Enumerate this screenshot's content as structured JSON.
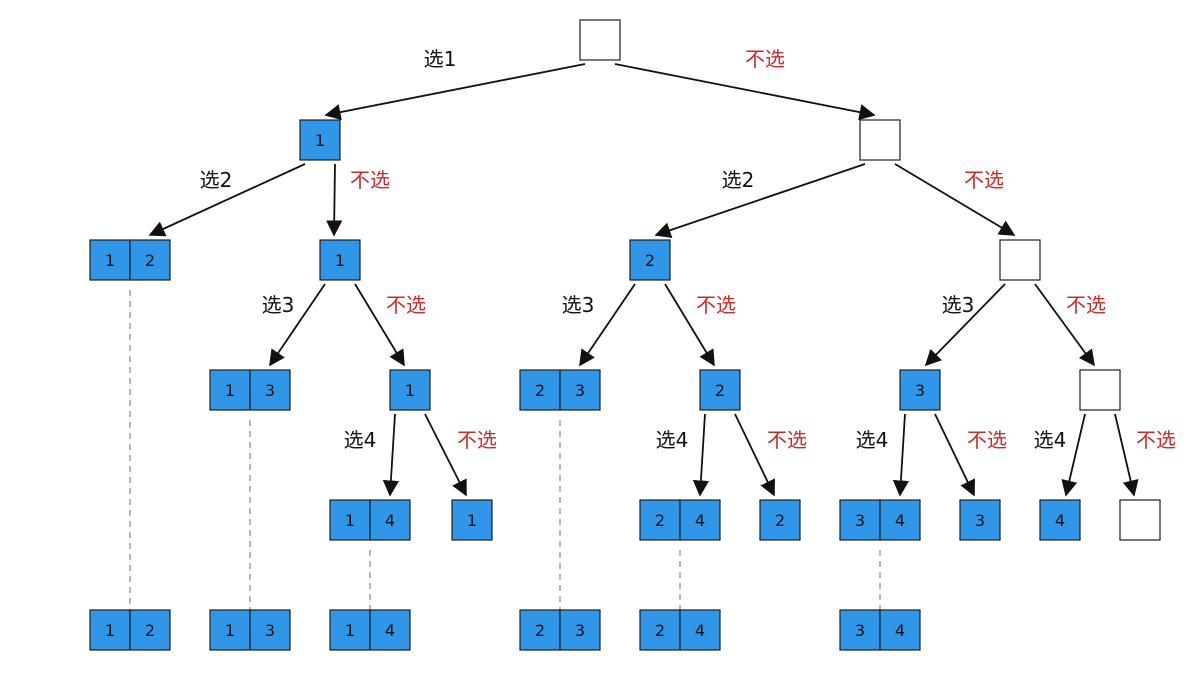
{
  "colors": {
    "filled": "#2f96e8",
    "empty": "#ffffff",
    "cell_border": "#1f1f1f",
    "edge": "#111111",
    "dashed": "#999999",
    "select_label": "#111111",
    "skip_label": "#cc2b2b"
  },
  "nodes": [
    {
      "id": "root",
      "cells": []
    },
    {
      "id": "n1",
      "cells": [
        "1"
      ]
    },
    {
      "id": "n0",
      "cells": []
    },
    {
      "id": "n12",
      "cells": [
        "1",
        "2"
      ]
    },
    {
      "id": "n1b",
      "cells": [
        "1"
      ]
    },
    {
      "id": "n2",
      "cells": [
        "2"
      ]
    },
    {
      "id": "n0b",
      "cells": []
    },
    {
      "id": "n13",
      "cells": [
        "1",
        "3"
      ]
    },
    {
      "id": "n1c",
      "cells": [
        "1"
      ]
    },
    {
      "id": "n23",
      "cells": [
        "2",
        "3"
      ]
    },
    {
      "id": "n2b",
      "cells": [
        "2"
      ]
    },
    {
      "id": "n3",
      "cells": [
        "3"
      ]
    },
    {
      "id": "n0c",
      "cells": []
    },
    {
      "id": "n14",
      "cells": [
        "1",
        "4"
      ]
    },
    {
      "id": "n1d",
      "cells": [
        "1"
      ]
    },
    {
      "id": "n24",
      "cells": [
        "2",
        "4"
      ]
    },
    {
      "id": "n2c",
      "cells": [
        "2"
      ]
    },
    {
      "id": "n34",
      "cells": [
        "3",
        "4"
      ]
    },
    {
      "id": "n3b",
      "cells": [
        "3"
      ]
    },
    {
      "id": "n4",
      "cells": [
        "4"
      ]
    },
    {
      "id": "n0d",
      "cells": []
    },
    {
      "id": "r12",
      "cells": [
        "1",
        "2"
      ]
    },
    {
      "id": "r13",
      "cells": [
        "1",
        "3"
      ]
    },
    {
      "id": "r14",
      "cells": [
        "1",
        "4"
      ]
    },
    {
      "id": "r23",
      "cells": [
        "2",
        "3"
      ]
    },
    {
      "id": "r24",
      "cells": [
        "2",
        "4"
      ]
    },
    {
      "id": "r34",
      "cells": [
        "3",
        "4"
      ]
    }
  ],
  "edges": [
    {
      "from": "root",
      "to": "n1",
      "label": "选1",
      "kind": "select"
    },
    {
      "from": "root",
      "to": "n0",
      "label": "不选",
      "kind": "skip"
    },
    {
      "from": "n1",
      "to": "n12",
      "label": "选2",
      "kind": "select"
    },
    {
      "from": "n1",
      "to": "n1b",
      "label": "不选",
      "kind": "skip"
    },
    {
      "from": "n0",
      "to": "n2",
      "label": "选2",
      "kind": "select"
    },
    {
      "from": "n0",
      "to": "n0b",
      "label": "不选",
      "kind": "skip"
    },
    {
      "from": "n1b",
      "to": "n13",
      "label": "选3",
      "kind": "select"
    },
    {
      "from": "n1b",
      "to": "n1c",
      "label": "不选",
      "kind": "skip"
    },
    {
      "from": "n2",
      "to": "n23",
      "label": "选3",
      "kind": "select"
    },
    {
      "from": "n2",
      "to": "n2b",
      "label": "不选",
      "kind": "skip"
    },
    {
      "from": "n0b",
      "to": "n3",
      "label": "选3",
      "kind": "select"
    },
    {
      "from": "n0b",
      "to": "n0c",
      "label": "不选",
      "kind": "skip"
    },
    {
      "from": "n1c",
      "to": "n14",
      "label": "选4",
      "kind": "select"
    },
    {
      "from": "n1c",
      "to": "n1d",
      "label": "不选",
      "kind": "skip"
    },
    {
      "from": "n2b",
      "to": "n24",
      "label": "选4",
      "kind": "select"
    },
    {
      "from": "n2b",
      "to": "n2c",
      "label": "不选",
      "kind": "skip"
    },
    {
      "from": "n3",
      "to": "n34",
      "label": "选4",
      "kind": "select"
    },
    {
      "from": "n3",
      "to": "n3b",
      "label": "不选",
      "kind": "skip"
    },
    {
      "from": "n0c",
      "to": "n4",
      "label": "选4",
      "kind": "select"
    },
    {
      "from": "n0c",
      "to": "n0d",
      "label": "不选",
      "kind": "skip"
    }
  ],
  "result_links": [
    {
      "from": "n12",
      "to": "r12"
    },
    {
      "from": "n13",
      "to": "r13"
    },
    {
      "from": "n14",
      "to": "r14"
    },
    {
      "from": "n23",
      "to": "r23"
    },
    {
      "from": "n24",
      "to": "r24"
    },
    {
      "from": "n34",
      "to": "r34"
    }
  ]
}
